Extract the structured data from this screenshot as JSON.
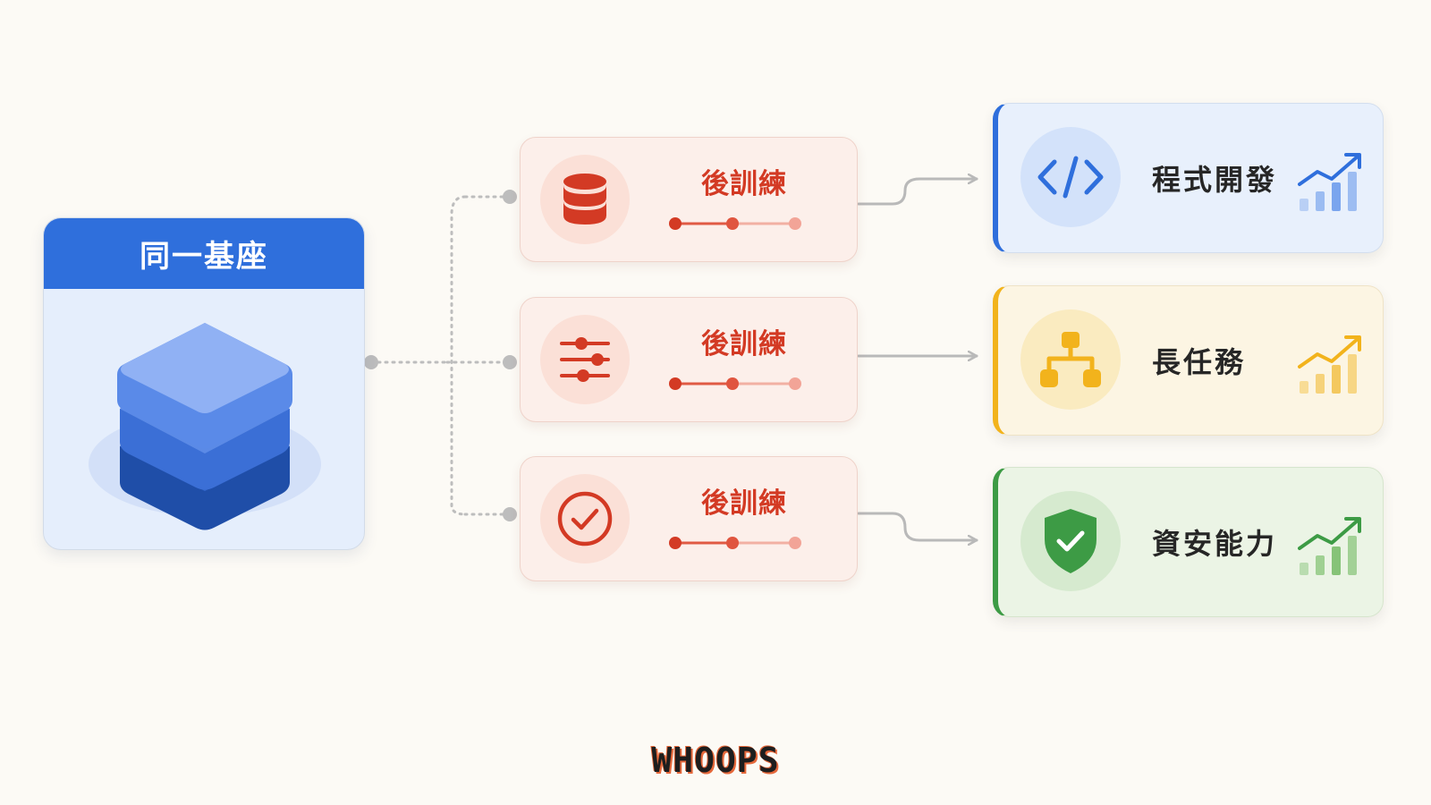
{
  "base": {
    "title": "同一基座",
    "icon": "layers-stack-icon",
    "header_color": "#2f6fdc"
  },
  "post_training": [
    {
      "label": "後訓練",
      "icon": "database-icon"
    },
    {
      "label": "後訓練",
      "icon": "sliders-icon"
    },
    {
      "label": "後訓練",
      "icon": "check-circle-icon"
    }
  ],
  "capabilities": [
    {
      "label": "程式開發",
      "icon": "code-icon",
      "accent": "#2f6fdc",
      "chart_icon": "growth-chart-icon"
    },
    {
      "label": "長任務",
      "icon": "hierarchy-icon",
      "accent": "#f2b31c",
      "chart_icon": "growth-chart-icon"
    },
    {
      "label": "資安能力",
      "icon": "shield-check-icon",
      "accent": "#3d9b45",
      "chart_icon": "growth-chart-icon"
    }
  ],
  "colors": {
    "post_accent": "#d33a24",
    "connector": "#b9b9b9"
  },
  "brand": {
    "text": "WHOOPS"
  }
}
